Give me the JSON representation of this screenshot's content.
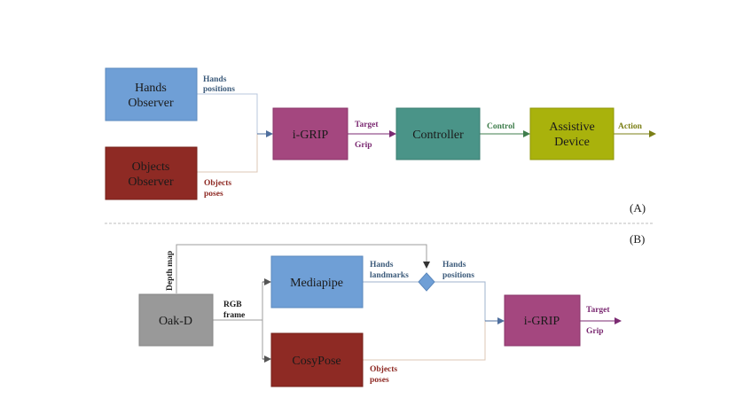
{
  "colors": {
    "hands_blue": "#6f9fd6",
    "objects_red": "#8e2a24",
    "igrip_purple": "#a4477f",
    "controller_teal": "#4a9488",
    "assistive_olive": "#a9b20c",
    "oakd_gray": "#999999",
    "label_navy": "#3b5a7a",
    "label_darkred": "#8e2a24",
    "label_purple": "#7b2a72",
    "label_green": "#3f7d4c",
    "label_olive": "#7b7f16",
    "connector_gray": "#9e9e9e"
  },
  "panel_a": {
    "tag": "(A)",
    "hands_observer": [
      "Hands",
      "Observer"
    ],
    "objects_observer": [
      "Objects",
      "Observer"
    ],
    "igrip": "i-GRIP",
    "controller": "Controller",
    "assistive_device": [
      "Assistive",
      "Device"
    ],
    "hands_positions_label": [
      "Hands",
      "positions"
    ],
    "objects_poses_label": [
      "Objects",
      "poses"
    ],
    "target_label": "Target",
    "grip_label": "Grip",
    "control_label": "Control",
    "action_label": "Action"
  },
  "panel_b": {
    "tag": "(B)",
    "oakd": "Oak-D",
    "mediapipe": "Mediapipe",
    "cosypose": "CosyPose",
    "igrip": "i-GRIP",
    "depth_map_label": "Depth map",
    "rgb_frame_label": [
      "RGB",
      "frame"
    ],
    "hands_landmarks_label": [
      "Hands",
      "landmarks"
    ],
    "hands_positions_label": [
      "Hands",
      "positions"
    ],
    "objects_poses_label": [
      "Objects",
      "poses"
    ],
    "target_label": "Target",
    "grip_label": "Grip"
  }
}
